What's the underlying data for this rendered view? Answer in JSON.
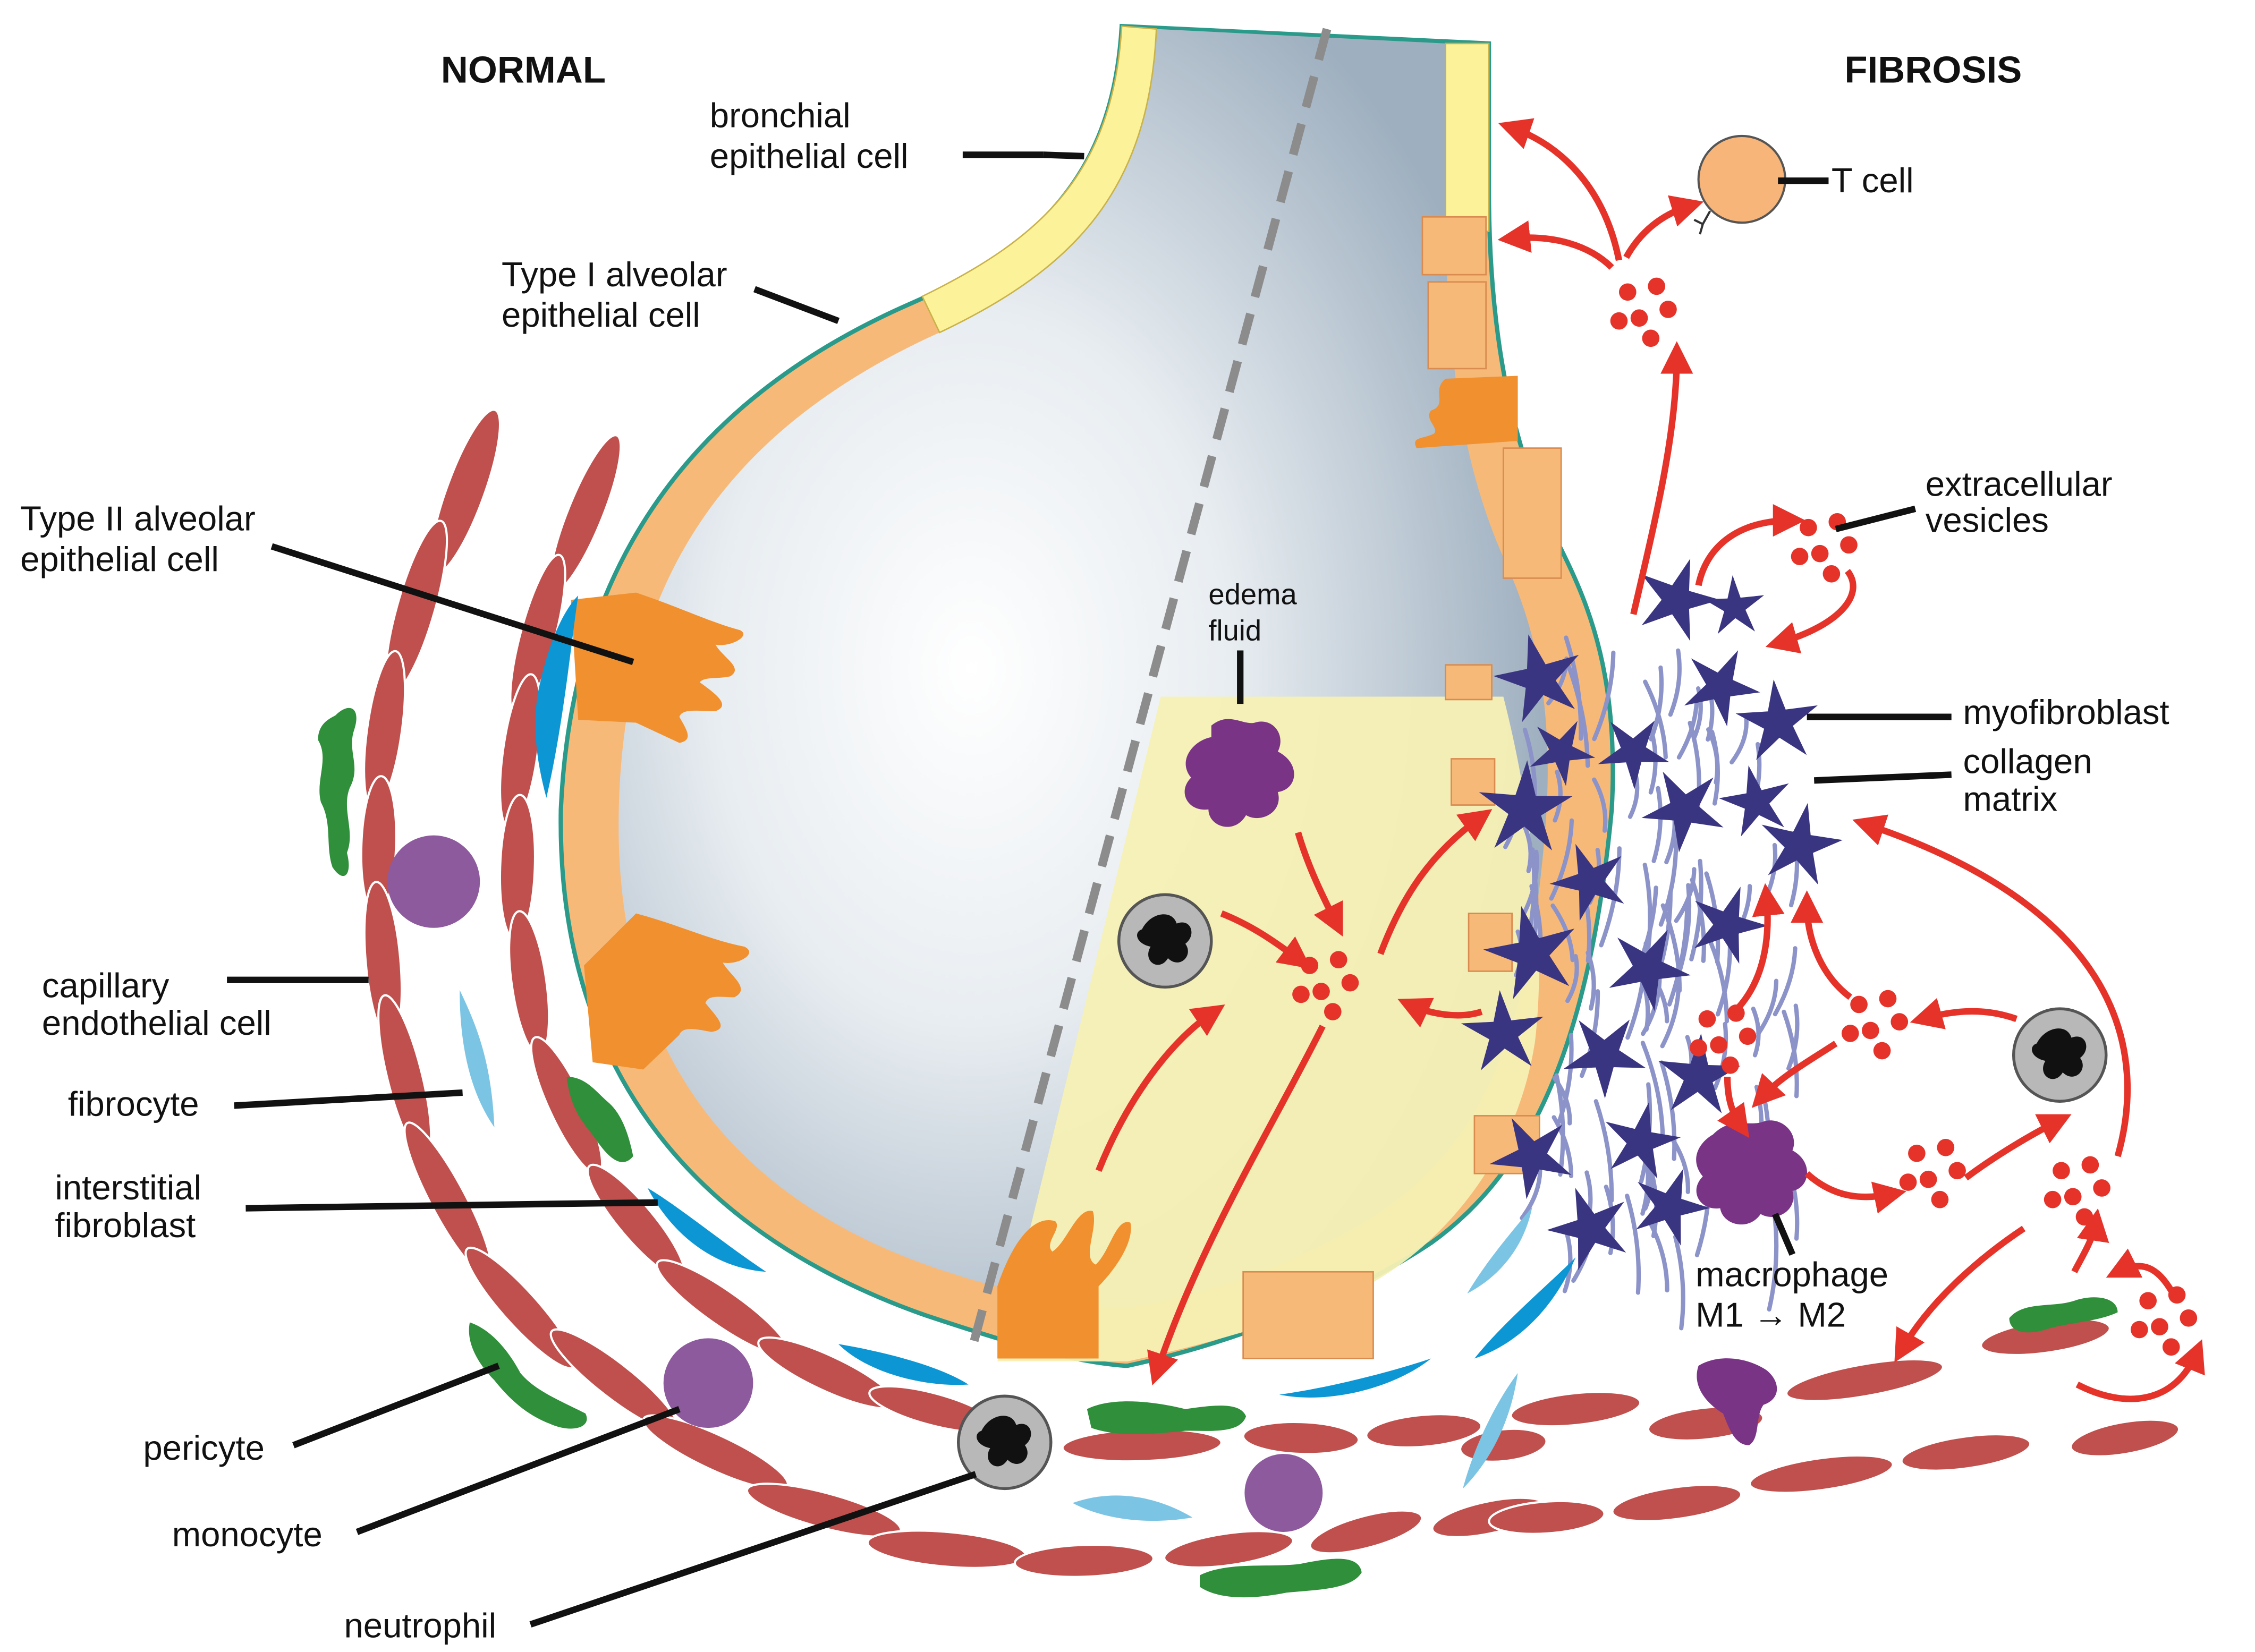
{
  "headers": {
    "normal": "NORMAL",
    "fibrosis": "FIBROSIS"
  },
  "labels": {
    "bronchial": [
      "bronchial",
      "epithelial cell"
    ],
    "type1": [
      "Type I alveolar",
      "epithelial cell"
    ],
    "type2": [
      "Type II alveolar",
      "epithelial cell"
    ],
    "capillary": [
      "capillary",
      "endothelial cell"
    ],
    "fibrocyte": [
      "fibrocyte"
    ],
    "interstitial": [
      "interstitial",
      "fibroblast"
    ],
    "pericyte": [
      "pericyte"
    ],
    "monocyte": [
      "monocyte"
    ],
    "neutrophil": [
      "neutrophil"
    ],
    "edema": [
      "edema",
      "fluid"
    ],
    "tcell": [
      "T cell"
    ],
    "ev": [
      "extracellular",
      "vesicles"
    ],
    "myofibroblast": [
      "myofibroblast"
    ],
    "collagen": [
      "collagen",
      "matrix"
    ],
    "macrophage": [
      "macrophage",
      "M1 → M2"
    ]
  },
  "colors": {
    "endothelial": "#c0504d",
    "epithelium_type1": "#f7b978",
    "type2": "#f0902f",
    "bronchial": "#fbf29a",
    "basement": "#2a9a8a",
    "lumen": "#aab8c6",
    "edema": "#f6f0b4",
    "myofibroblast": "#3a3580",
    "collagen": "#8c93c8",
    "fibroblast": "#0c96d3",
    "fibrocyte": "#7cc4e4",
    "pericyte": "#2f8f3a",
    "monocyte": "#8e5a9e",
    "macrophage": "#7a3486",
    "neutrophil": "#b8b8b8",
    "arrow": "#e5332a",
    "tcell": "#f7b57a"
  }
}
